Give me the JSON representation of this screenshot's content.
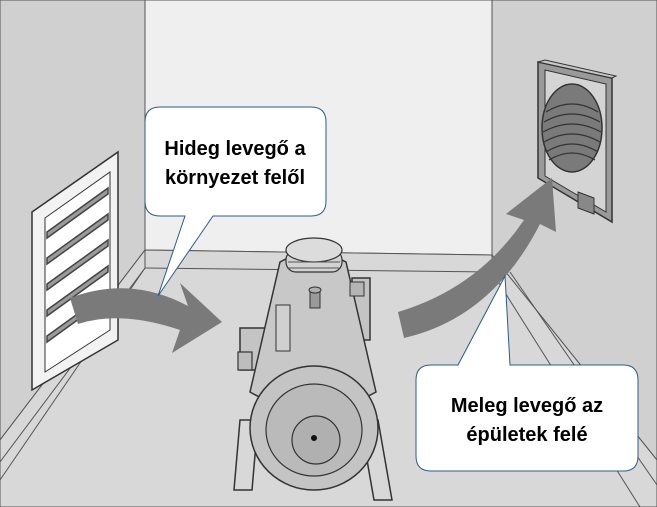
{
  "callouts": {
    "cold_air_line1": "Hideg levegő a",
    "cold_air_line2": "környezet felől",
    "warm_air_line1": "Meleg levegő az",
    "warm_air_line2": "épületek felé"
  },
  "colors": {
    "wall": "#d0d0d0",
    "back_wall": "#efefef",
    "floor": "#d8d8d8",
    "arrow": "#7a7a7a",
    "callout_border": "#2e5b8a",
    "machine": "#bdbdbd",
    "machine_dark": "#8f8f8f"
  }
}
